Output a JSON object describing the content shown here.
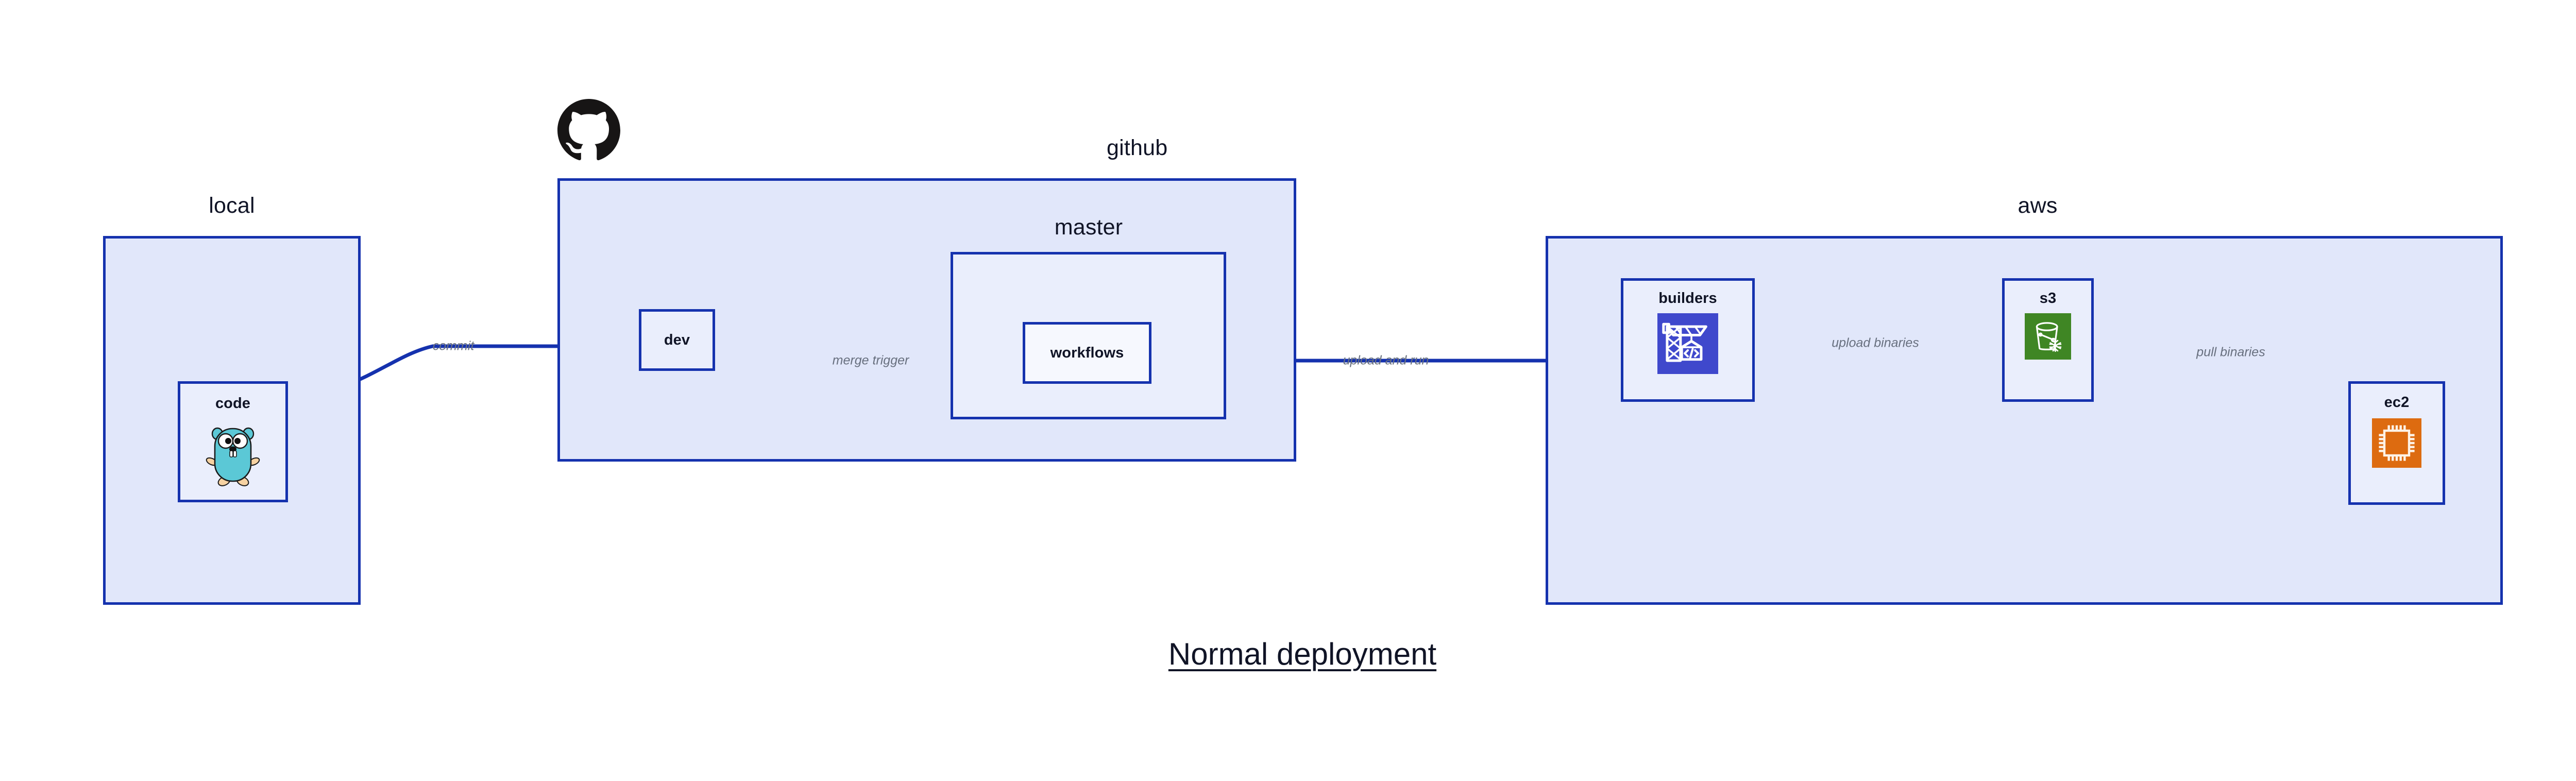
{
  "diagram": {
    "title": "Normal deployment",
    "background": "#ffffff",
    "accent_color": "#1532ae",
    "group_fill": "#e1e7fa",
    "node_fill": "#eaeefc",
    "label_color": "#68707f"
  },
  "groups": [
    {
      "id": "local",
      "label": "local"
    },
    {
      "id": "github",
      "label": "github"
    },
    {
      "id": "master",
      "label": "master"
    },
    {
      "id": "aws",
      "label": "aws"
    }
  ],
  "nodes": [
    {
      "id": "code",
      "label": "code",
      "icon": "go-gopher-icon",
      "group": "local"
    },
    {
      "id": "dev",
      "label": "dev",
      "icon": null,
      "group": "github"
    },
    {
      "id": "workflows",
      "label": "workflows",
      "icon": null,
      "group": "master"
    },
    {
      "id": "builders",
      "label": "builders",
      "icon": "aws-codebuild-icon",
      "group": "aws",
      "icon_color": "#3f48cc"
    },
    {
      "id": "s3",
      "label": "s3",
      "icon": "aws-s3-glacier-icon",
      "group": "aws",
      "icon_color": "#3f8624"
    },
    {
      "id": "ec2",
      "label": "ec2",
      "icon": "aws-ec2-chip-icon",
      "group": "aws",
      "icon_color": "#dd6b10"
    }
  ],
  "edges": [
    {
      "id": "commit",
      "label": "commit",
      "from": "code",
      "to": "dev"
    },
    {
      "id": "merge-trigger",
      "label": "merge trigger",
      "from": "dev",
      "to": "workflows"
    },
    {
      "id": "upload-and-run",
      "label": "upload and run",
      "from": "workflows",
      "to": "builders"
    },
    {
      "id": "upload-binaries",
      "label": "upload binaries",
      "from": "builders",
      "to": "s3"
    },
    {
      "id": "pull-binaries",
      "label": "pull binaries",
      "from": "s3",
      "to": "ec2"
    }
  ],
  "logos": [
    {
      "id": "github-logo",
      "name": "github-octocat-icon",
      "color": "#171515"
    }
  ]
}
